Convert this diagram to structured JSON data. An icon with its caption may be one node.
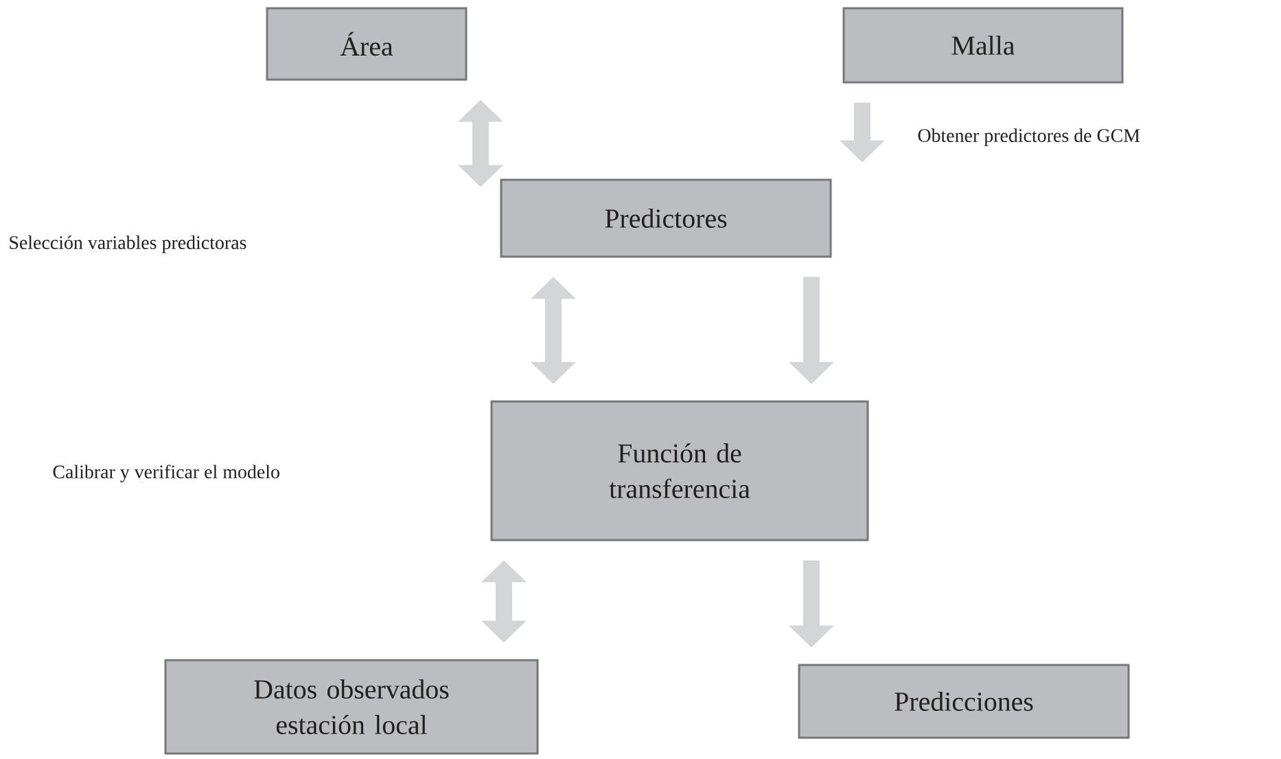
{
  "diagram": {
    "nodes": [
      {
        "text": [
          "Área"
        ]
      },
      {
        "text": [
          "Malla"
        ]
      },
      {
        "text": [
          "Predictores"
        ]
      },
      {
        "text": [
          "Función de transferencia"
        ]
      },
      {
        "text": [
          "Datos observados estación local"
        ]
      },
      {
        "text": [
          "Predicciones"
        ]
      }
    ],
    "edges": [
      {
        "from": 0,
        "to": 2,
        "arrow": "both"
      },
      {
        "from": 1,
        "to": 2,
        "arrow": "to"
      },
      {
        "from": 2,
        "to": 3,
        "arrow": "both"
      },
      {
        "from": 2,
        "to": 3,
        "arrow": "to"
      },
      {
        "from": 3,
        "to": 4,
        "arrow": "both"
      },
      {
        "from": 3,
        "to": 5,
        "arrow": "to"
      }
    ],
    "labels": [
      "Obtener predictores de GCM",
      "Selección variables predictoras",
      "Calibrar y verificar el modelo"
    ]
  }
}
